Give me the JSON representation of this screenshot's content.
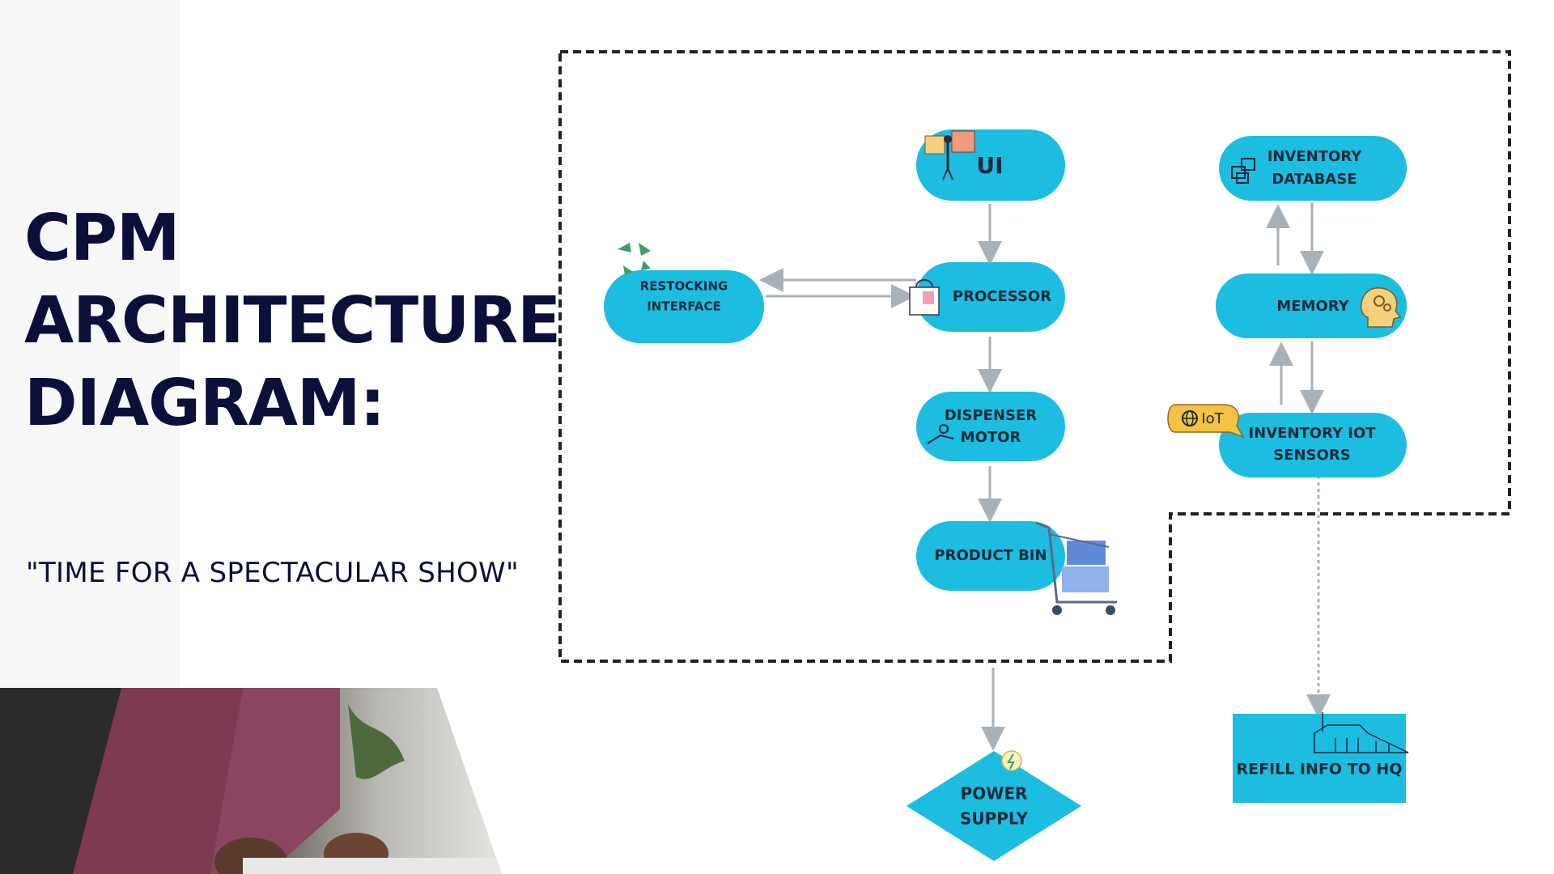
{
  "title_lines": [
    "CPM",
    "ARCHITECTURE",
    "DIAGRAM:"
  ],
  "subtitle": "\"TIME FOR A SPECTACULAR SHOW\"",
  "colors": {
    "node_fill": "#1cbde0",
    "title_text": "#0c0f3a",
    "arrow": "#a9b1b8",
    "boundary": "#222222"
  },
  "nodes": {
    "ui": {
      "label": "UI",
      "icon": "person-at-screen-icon"
    },
    "processor": {
      "label": "PROCESSOR",
      "icon": "shopping-bag-icon"
    },
    "restocking": {
      "label_line1": "RESTOCKING",
      "label_line2": "INTERFACE",
      "icon": "recycle-arrows-icon"
    },
    "dispenser": {
      "label_line1": "DISPENSER",
      "label_line2": "MOTOR",
      "icon": "hand-coin-icon"
    },
    "product_bin": {
      "label": "PRODUCT BIN",
      "icon": "shopping-cart-icon"
    },
    "inventory_db": {
      "label_line1": "INVENTORY",
      "label_line2": "DATABASE",
      "icon": "boxes-icon"
    },
    "memory": {
      "label": "MEMORY",
      "icon": "head-gears-icon"
    },
    "inventory_iot": {
      "label_line1": "INVENTORY IOT",
      "label_line2": "SENSORS",
      "icon": "iot-globe-icon",
      "badge": "IoT"
    },
    "power_supply": {
      "label_line1": "POWER",
      "label_line2": "SUPPLY",
      "icon": "lightbulb-icon"
    },
    "refill_hq": {
      "label": "REFILL INFO TO HQ",
      "icon": "factory-icon"
    }
  }
}
